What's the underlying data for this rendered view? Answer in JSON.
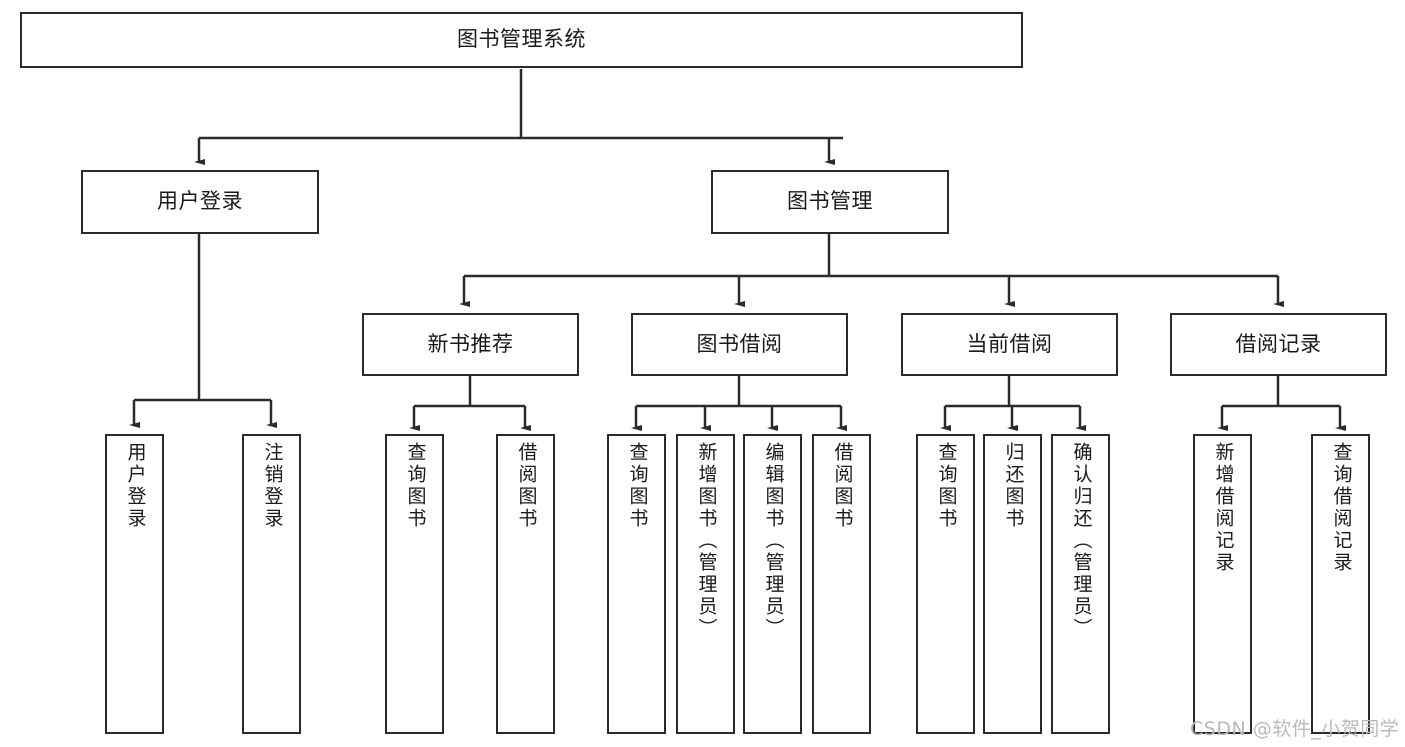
{
  "diagram": {
    "title": "图书管理系统",
    "watermark": "CSDN @软件_小贺同学",
    "root": {
      "label": "图书管理系统"
    },
    "level2": [
      {
        "label": "用户登录"
      },
      {
        "label": "图书管理"
      }
    ],
    "level3": [
      {
        "label": "新书推荐"
      },
      {
        "label": "图书借阅"
      },
      {
        "label": "当前借阅"
      },
      {
        "label": "借阅记录"
      }
    ],
    "leaves": {
      "user_login": [
        {
          "label": "用户登录"
        },
        {
          "label": "注销登录"
        }
      ],
      "new_book_recommend": [
        {
          "label": "查询图书"
        },
        {
          "label": "借阅图书"
        }
      ],
      "book_borrow": [
        {
          "label": "查询图书"
        },
        {
          "label": "新增图书（管理员）"
        },
        {
          "label": "编辑图书（管理员）"
        },
        {
          "label": "借阅图书"
        }
      ],
      "current_borrow": [
        {
          "label": "查询图书"
        },
        {
          "label": "归还图书"
        },
        {
          "label": "确认归还（管理员）"
        }
      ],
      "borrow_record": [
        {
          "label": "新增借阅记录"
        },
        {
          "label": "查询借阅记录"
        }
      ]
    },
    "colors": {
      "stroke": "#2b2b2b",
      "fill": "#ffffff",
      "text": "#1a1a1a",
      "watermark": "#b9b9b9"
    }
  }
}
